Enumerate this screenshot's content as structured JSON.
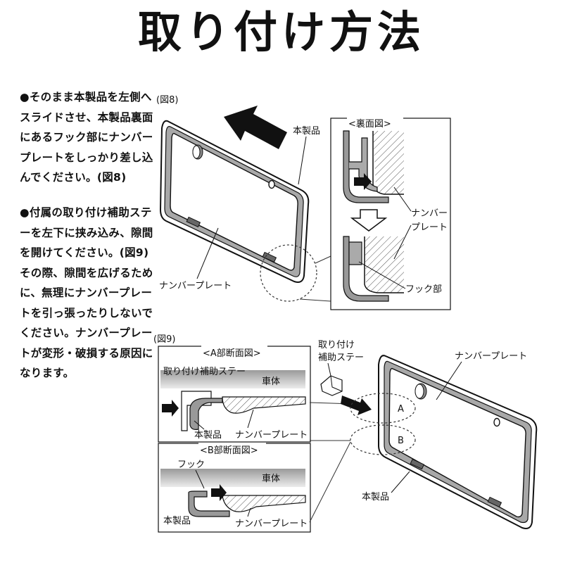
{
  "title": "取り付け方法",
  "instructions": [
    {
      "bullet": "●",
      "text": "そのまま本製品を左側へスライドさせ、本製品裏面にあるフック部にナンバープレートをしっかり差し込んでください。(図8)"
    },
    {
      "bullet": "●",
      "text": "付属の取り付け補助ステーを左下に挟み込み、隙間を開けてください。(図9)その際、隙間を広げるために、無理にナンバープレートを引っ張ったりしないでください。ナンバープレートが変形・破損する原因になります。"
    }
  ],
  "fig8": {
    "label": "(図8)",
    "label_product": "本製品",
    "label_plate": "ナンバープレート",
    "inset_title": "<裏面図>",
    "inset_plate_line1": "ナンバー",
    "inset_plate_line2": "プレート",
    "inset_hook": "フック部"
  },
  "fig9": {
    "label": "(図9)",
    "section_a_title": "<A部断面図>",
    "section_b_title": "<B部断面図>",
    "stay_label": "取り付け補助ステー",
    "car_body": "車体",
    "product": "本製品",
    "plate": "ナンバープレート",
    "hook": "フック",
    "stay_line1": "取り付け",
    "stay_line2": "補助ステー",
    "right_plate": "ナンバープレート",
    "marker_a": "A",
    "marker_b": "B",
    "right_product": "本製品"
  }
}
